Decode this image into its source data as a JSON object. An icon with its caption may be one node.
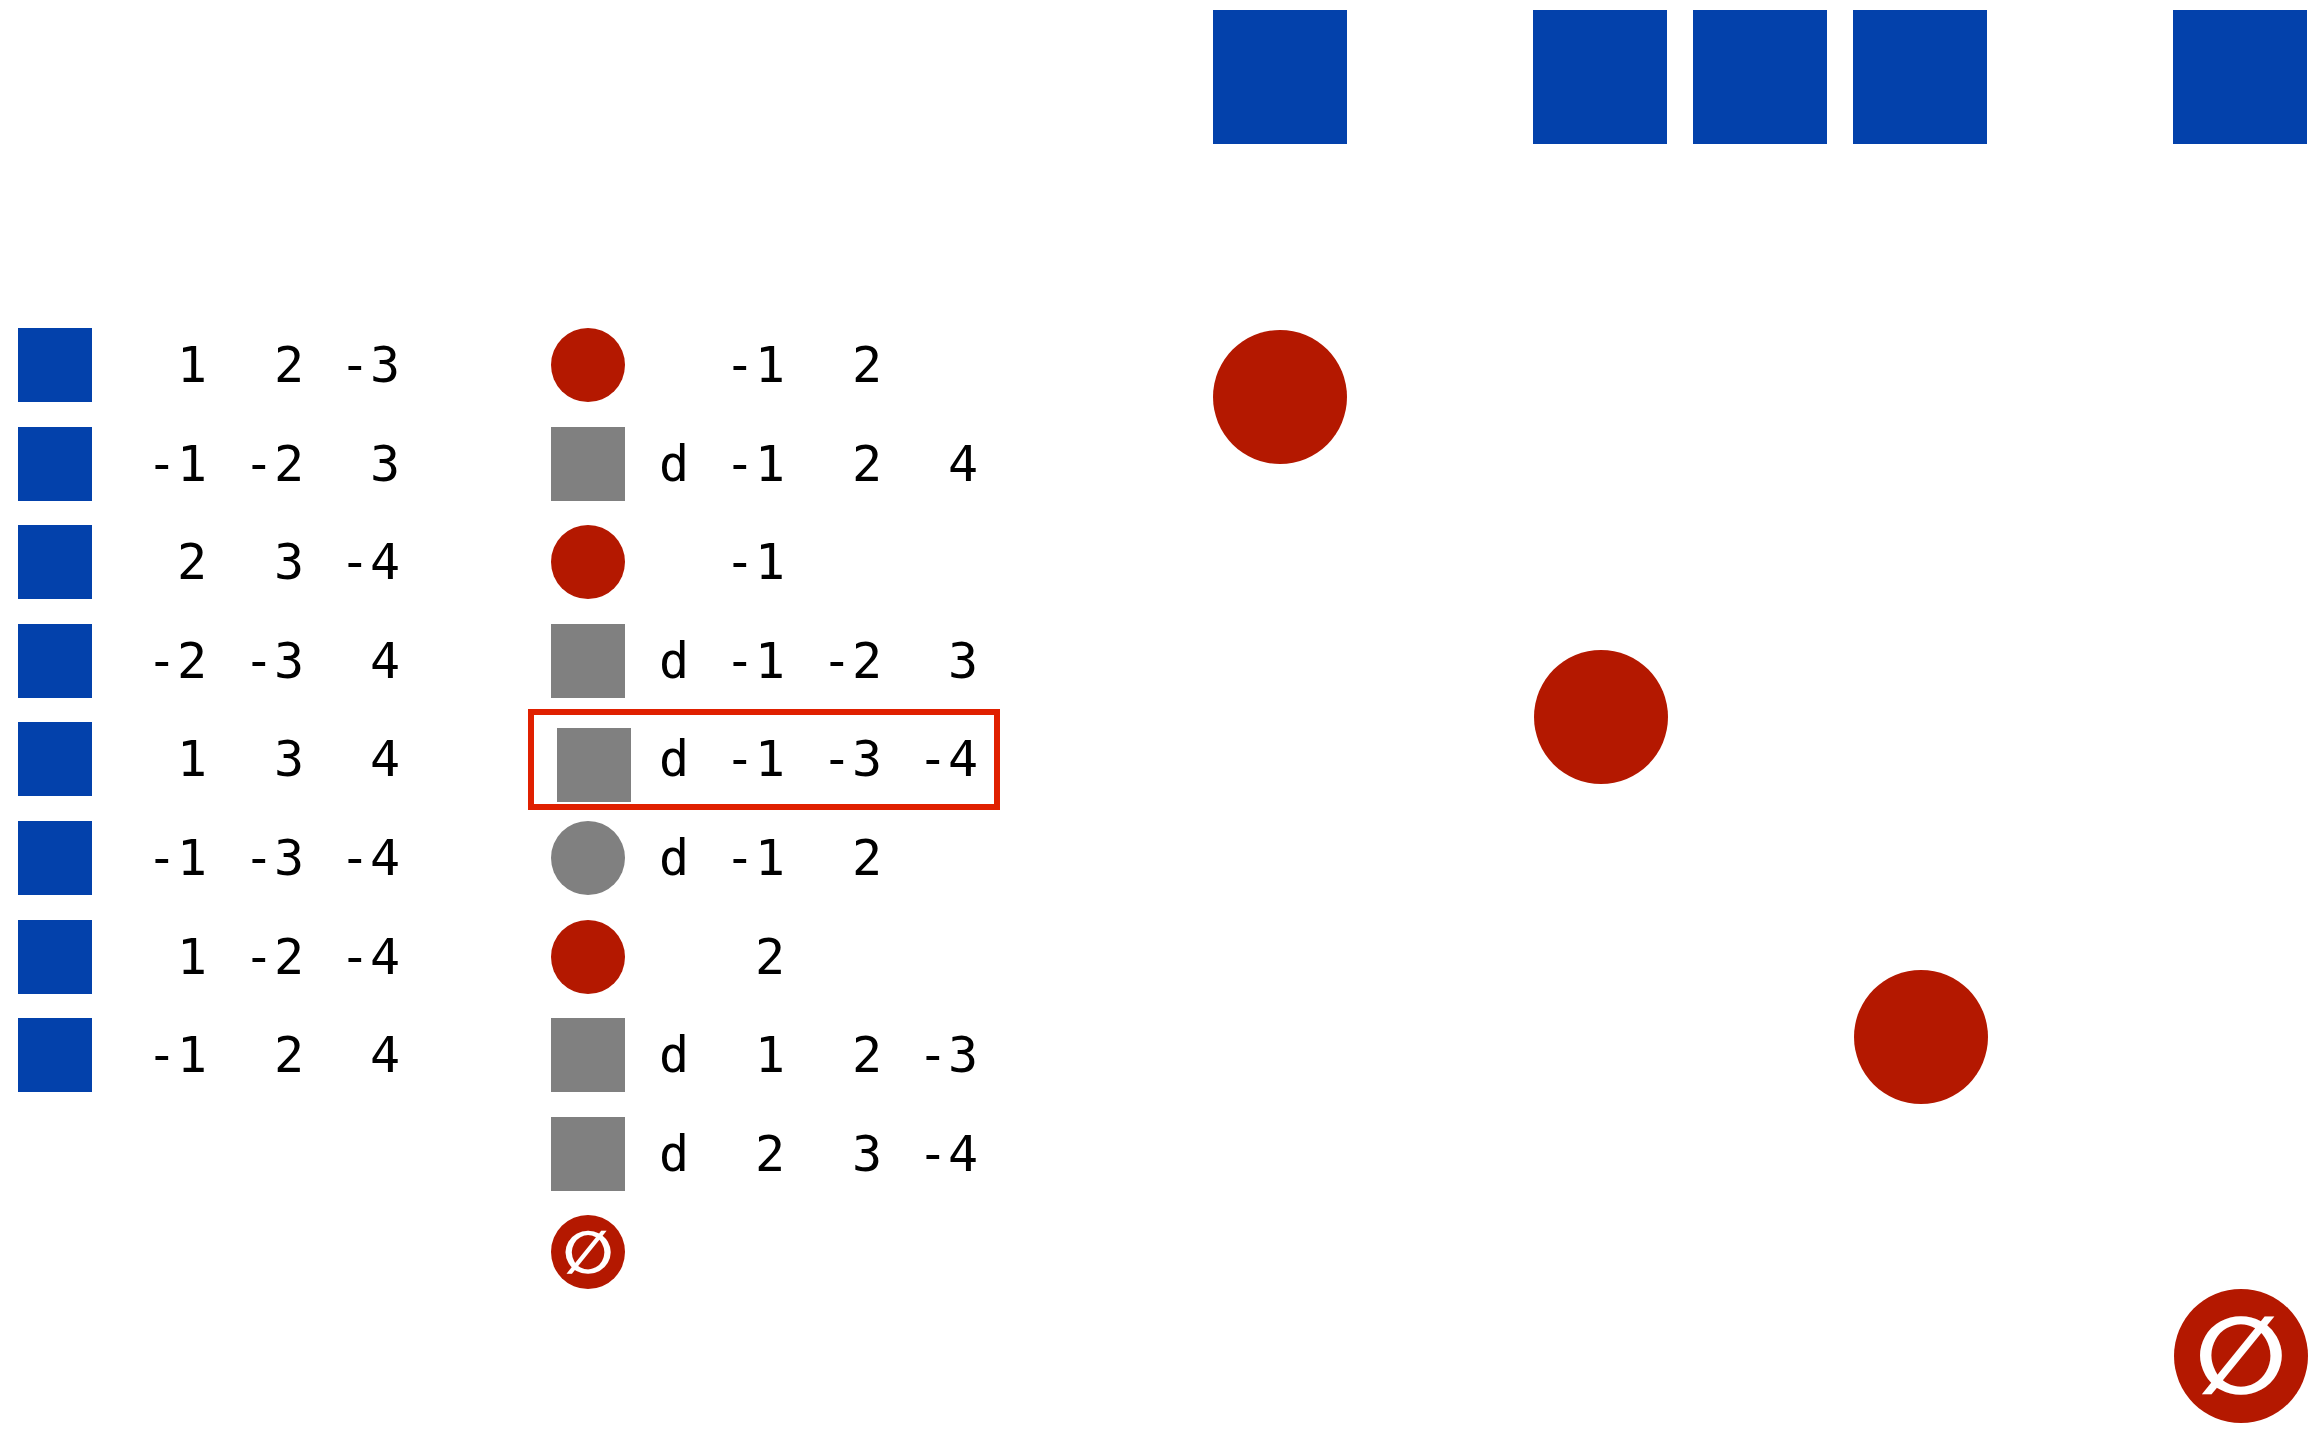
{
  "diagram": {
    "nodes": [
      {
        "text": [],
        "shape": "box"
      },
      {
        "text": [],
        "shape": "box"
      },
      {
        "text": [],
        "shape": "box"
      },
      {
        "text": [],
        "shape": "box"
      },
      {
        "text": [],
        "shape": "box"
      },
      {
        "text": [],
        "shape": "box"
      },
      {
        "text": [],
        "shape": "box"
      },
      {
        "text": [],
        "shape": "box"
      },
      {
        "text": [],
        "shape": "box"
      },
      {
        "text": [],
        "shape": "box"
      },
      {
        "text": [],
        "shape": "box"
      },
      {
        "text": [],
        "shape": "box"
      },
      {
        "text": [],
        "shape": "box"
      },
      {
        "text": [],
        "shape": "circle"
      },
      {
        "text": [],
        "shape": "box"
      },
      {
        "text": [],
        "shape": "circle"
      },
      {
        "text": [],
        "shape": "box"
      },
      {
        "text": [],
        "shape": "box"
      },
      {
        "text": [],
        "shape": "box",
        "in": 17
      },
      {
        "text": [],
        "shape": "circle"
      },
      {
        "text": [],
        "shape": "circle"
      },
      {
        "text": [],
        "shape": "box"
      },
      {
        "text": [],
        "shape": "box"
      },
      {
        "text": [
          "∅"
        ]
      },
      {
        "text": [],
        "shape": "circle"
      },
      {
        "text": [],
        "shape": "circle"
      },
      {
        "text": [],
        "shape": "circle"
      },
      {
        "text": [
          "∅"
        ]
      }
    ],
    "labels": [
      "1",
      "2",
      "-3",
      "-1",
      "2",
      "-1",
      "-2",
      "3",
      "d",
      "-1",
      "2",
      "4",
      "2",
      "3",
      "-4",
      "-1",
      "-2",
      "-3",
      "4",
      "d",
      "-1",
      "-2",
      "3",
      "1",
      "3",
      "4",
      "d",
      "-1",
      "-3",
      "-4",
      "-1",
      "-3",
      "-4",
      "d",
      "-1",
      "2",
      "1",
      "-2",
      "-4",
      "2",
      "-1",
      "2",
      "4",
      "d",
      "1",
      "2",
      "-3",
      "d",
      "2",
      "3",
      "-4"
    ]
  }
}
